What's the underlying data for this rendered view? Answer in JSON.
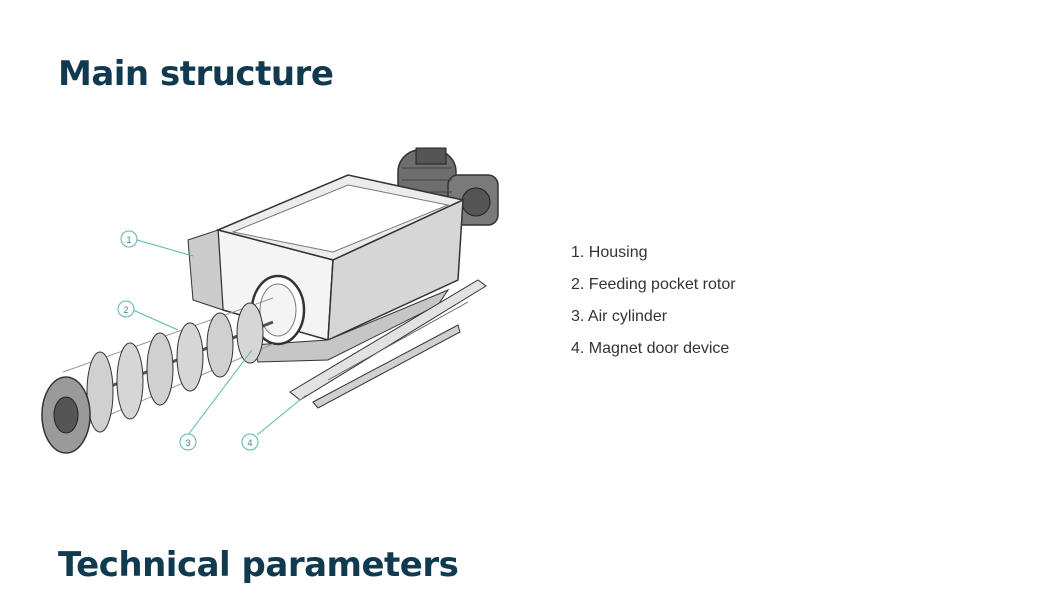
{
  "slide": {
    "title": "Main structure",
    "subtitle": "Technical parameters"
  },
  "figure": {
    "callouts": [
      "1",
      "2",
      "3",
      "4"
    ]
  },
  "legend": {
    "items": [
      "1. Housing",
      "2. Feeding pocket rotor",
      "3. Air cylinder",
      "4. Magnet door device"
    ]
  },
  "colors": {
    "heading": "#0f3a4f",
    "leader": "#5bb5ad",
    "legend_text": "#333333"
  }
}
